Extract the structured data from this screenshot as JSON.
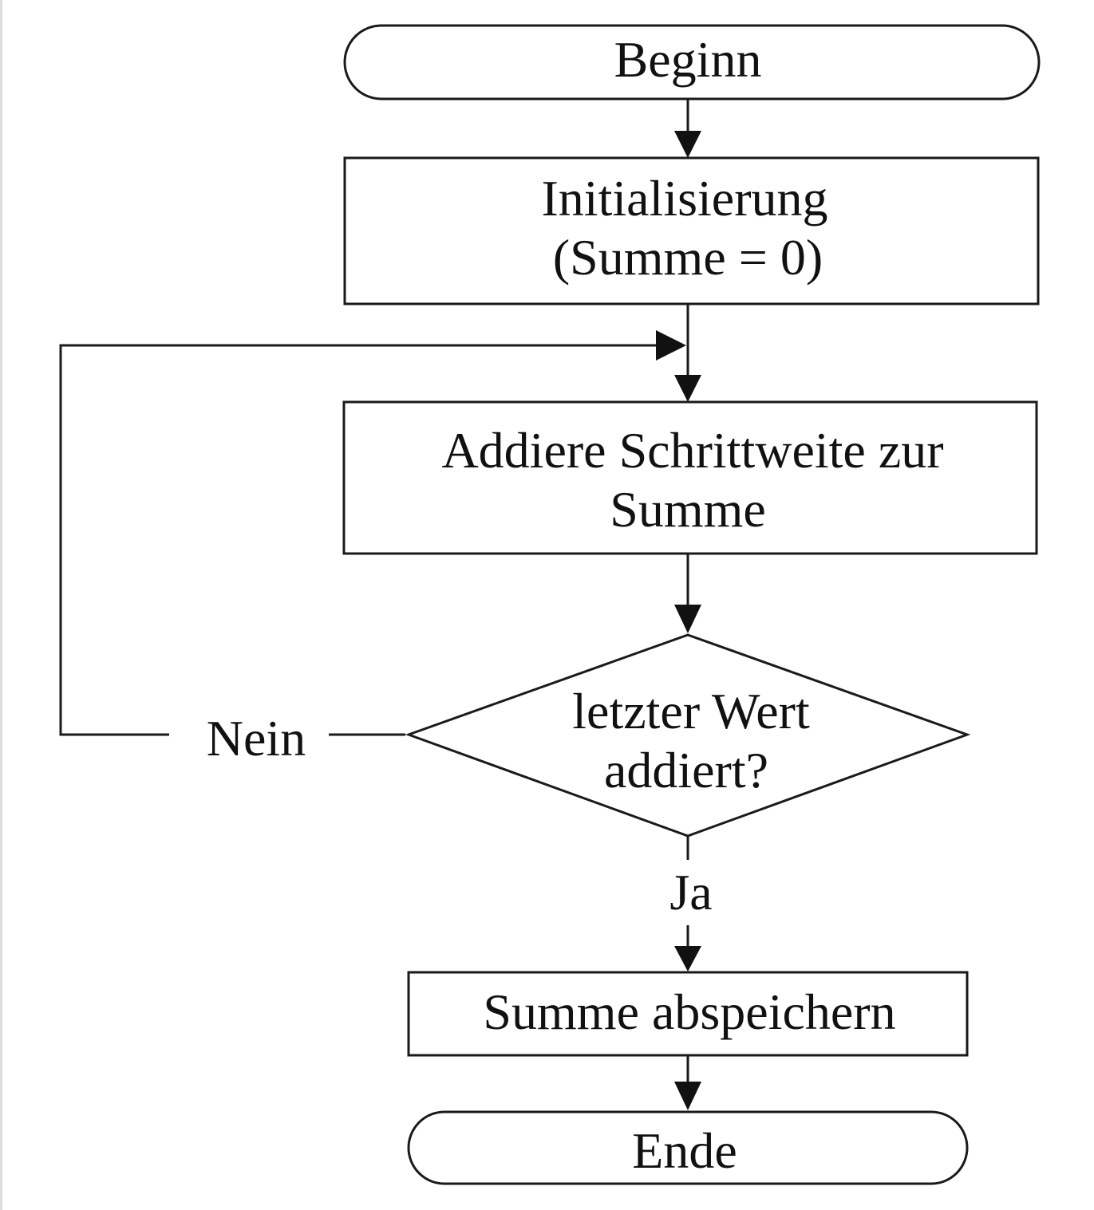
{
  "flowchart": {
    "start": "Beginn",
    "init": {
      "line1": "Initialisierung",
      "line2": "(Summe = 0)"
    },
    "add": {
      "line1": "Addiere Schrittweite zur",
      "line2": "Summe"
    },
    "decision": {
      "line1": "letzter Wert",
      "line2": "addiert?"
    },
    "no_label": "Nein",
    "yes_label": "Ja",
    "save": "Summe abspeichern",
    "end": "Ende"
  },
  "colors": {
    "stroke": "#1a1a1a",
    "text": "#111111",
    "background": "#ffffff"
  }
}
